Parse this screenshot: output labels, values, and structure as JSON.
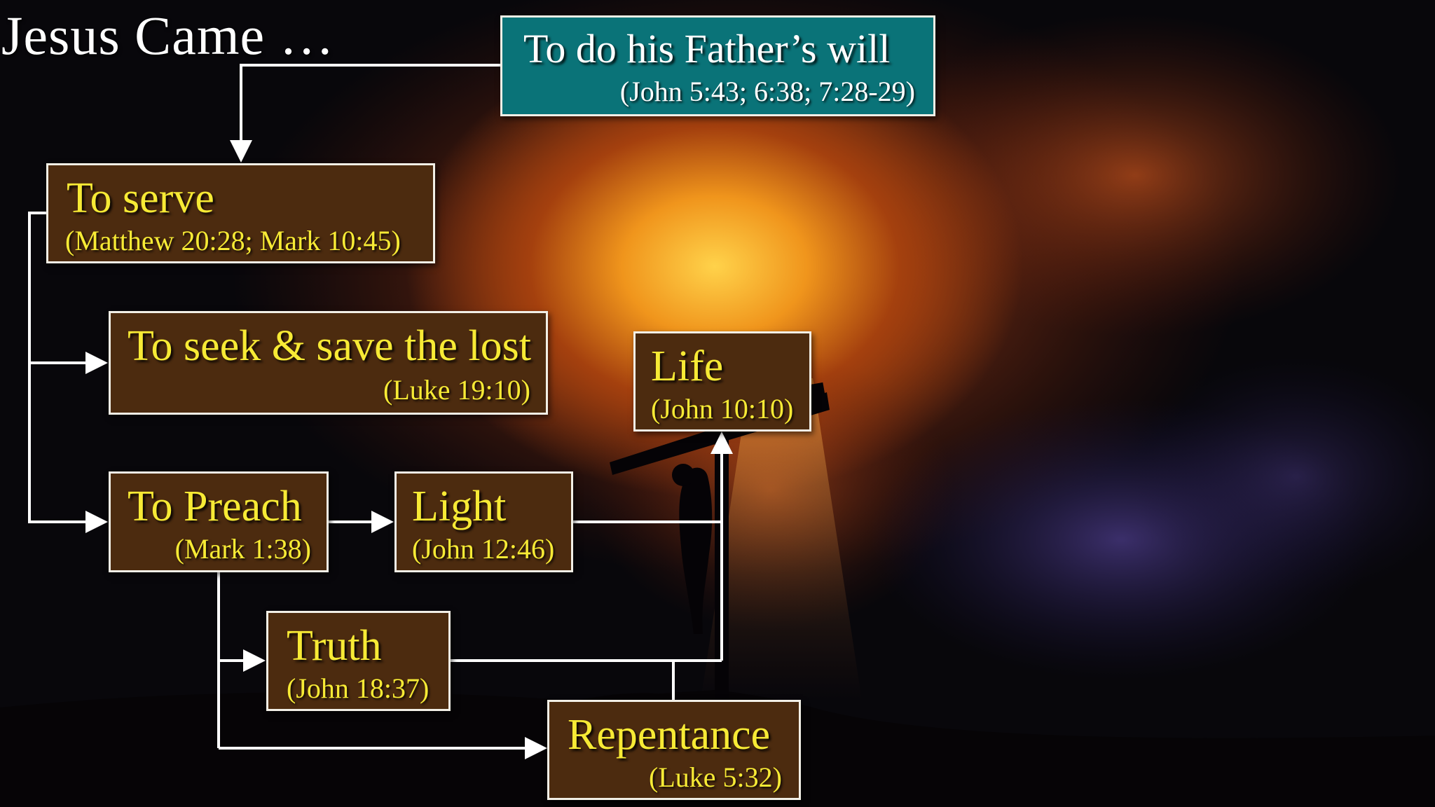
{
  "title": "Jesus Came …",
  "boxes": {
    "fathers_will": {
      "main": "To do his Father’s will",
      "ref": "(John 5:43; 6:38; 7:28-29)"
    },
    "serve": {
      "main": "To serve",
      "ref": "(Matthew 20:28; Mark 10:45)"
    },
    "seek_save": {
      "main": "To seek & save the lost",
      "ref": "(Luke 19:10)"
    },
    "preach": {
      "main": "To Preach",
      "ref": "(Mark 1:38)"
    },
    "light": {
      "main": "Light",
      "ref": "(John 12:46)"
    },
    "truth": {
      "main": "Truth",
      "ref": "(John 18:37)"
    },
    "repentance": {
      "main": "Repentance",
      "ref": "(Luke 5:32)"
    },
    "life": {
      "main": "Life",
      "ref": "(John 10:10)"
    }
  },
  "colors": {
    "box_fill": "#4c2b0f",
    "highlight_box_fill": "#0a7378",
    "box_text": "#f7ea35",
    "connector": "#ffffff"
  }
}
